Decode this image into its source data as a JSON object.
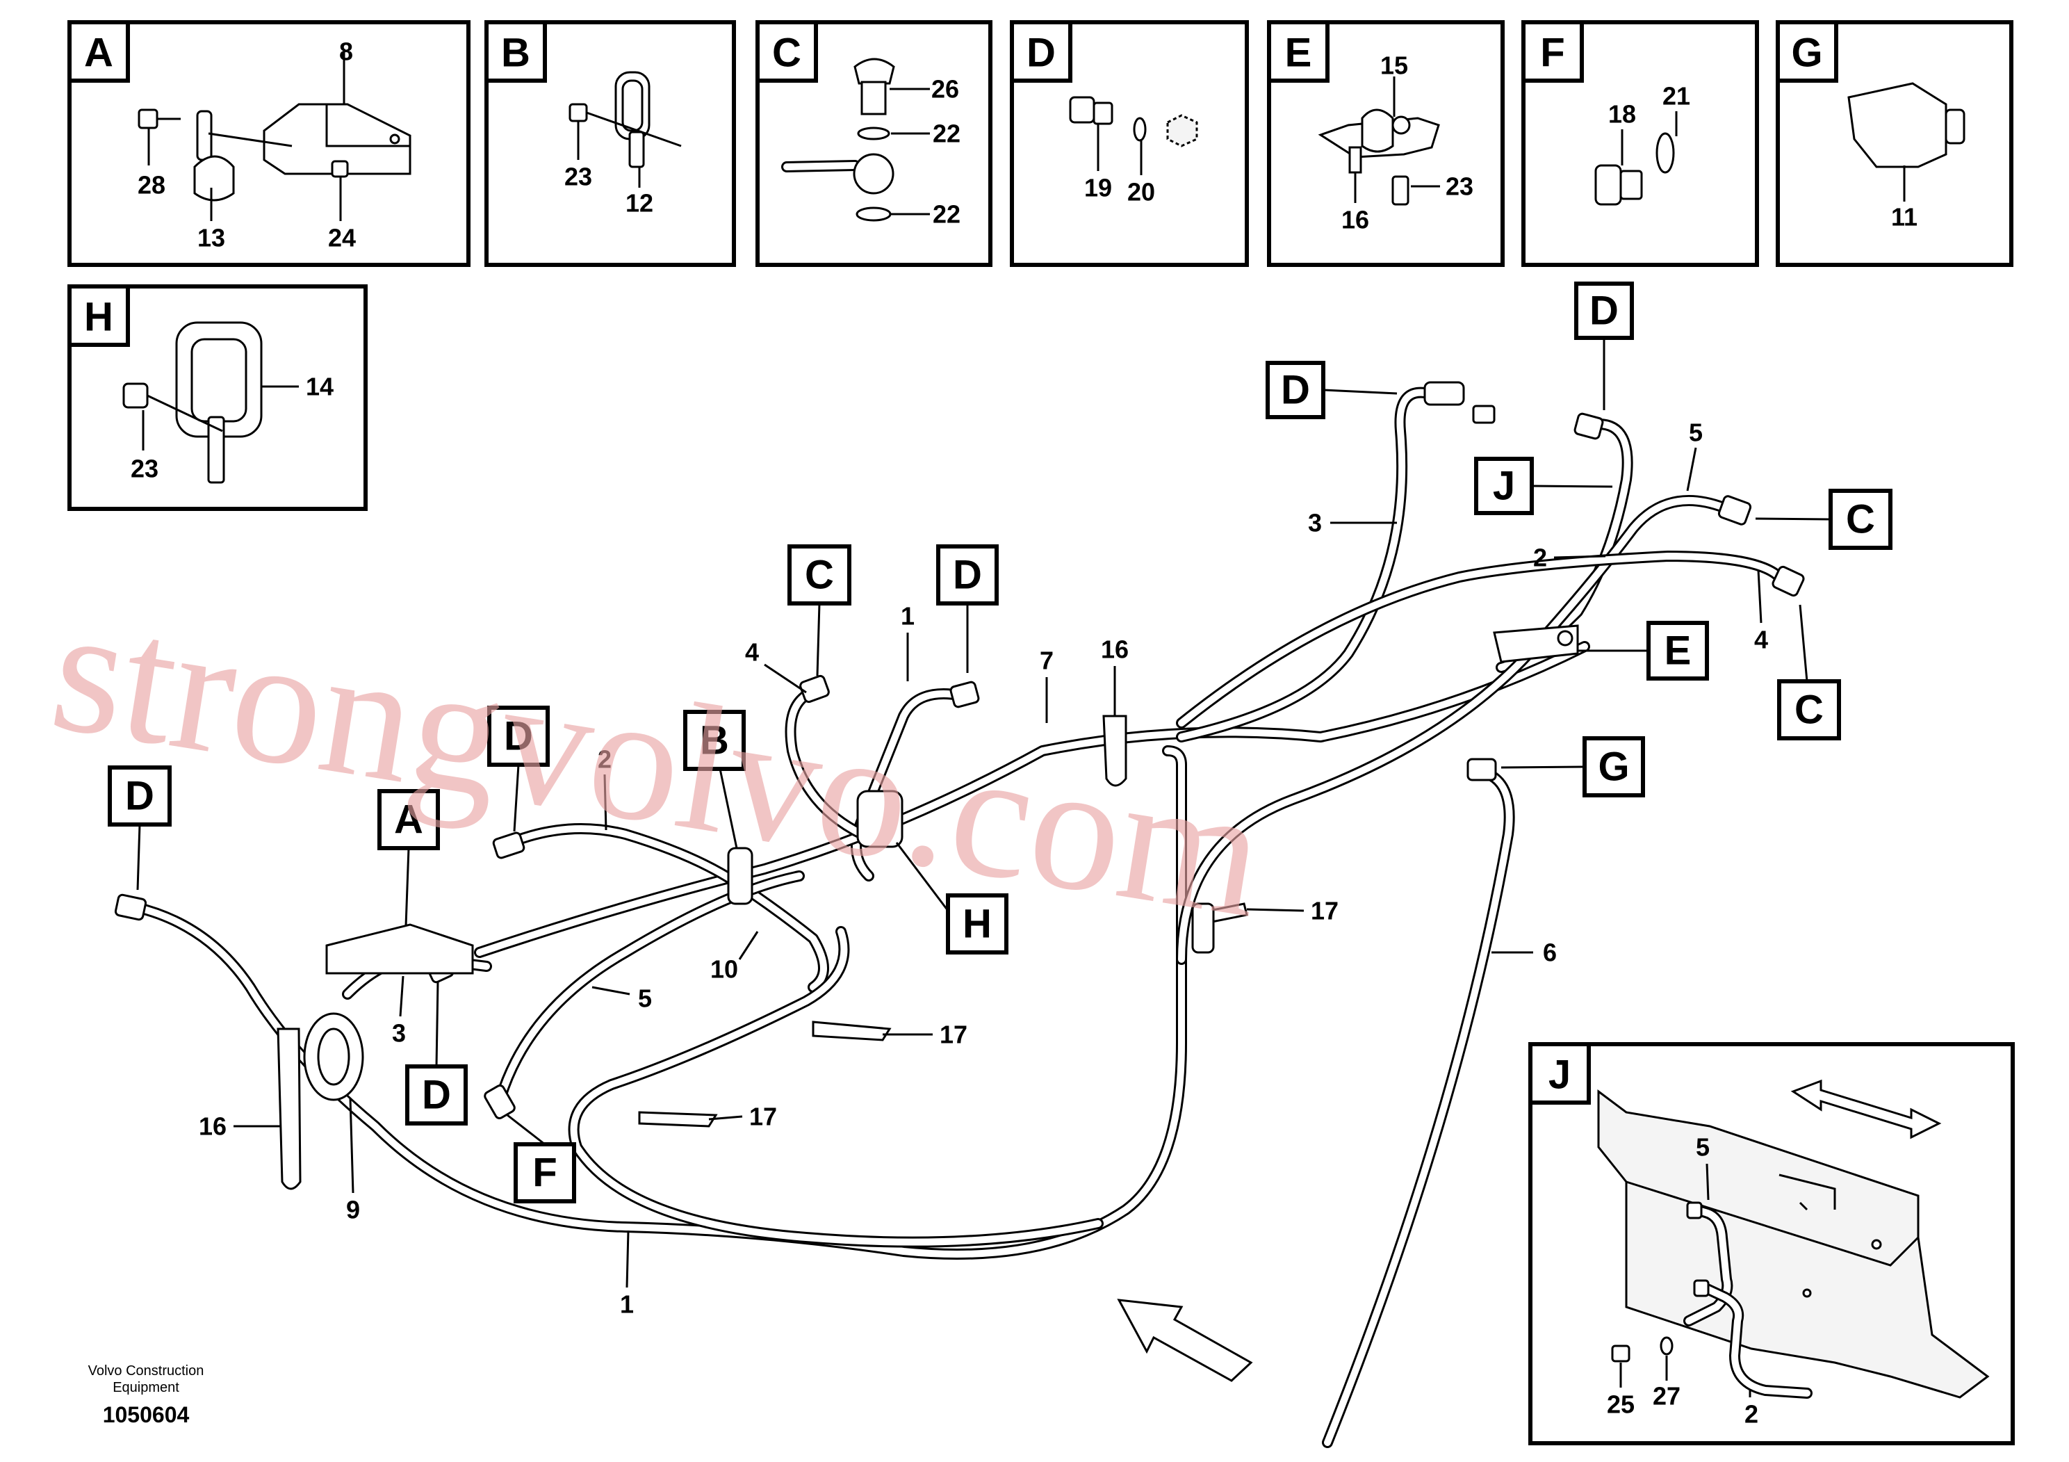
{
  "watermark": "strongvolvo.com",
  "footer": {
    "company_line1": "Volvo Construction",
    "company_line2": "Equipment",
    "drawing_number": "1050604"
  },
  "detail_boxes": {
    "A": {
      "letter": "A",
      "parts": [
        "8",
        "28",
        "13",
        "24"
      ]
    },
    "B": {
      "letter": "B",
      "parts": [
        "23",
        "12"
      ]
    },
    "C": {
      "letter": "C",
      "parts": [
        "26",
        "22",
        "22"
      ]
    },
    "D": {
      "letter": "D",
      "parts": [
        "19",
        "20"
      ]
    },
    "E": {
      "letter": "E",
      "parts": [
        "15",
        "23",
        "16"
      ]
    },
    "F": {
      "letter": "F",
      "parts": [
        "18",
        "21"
      ]
    },
    "G": {
      "letter": "G",
      "parts": [
        "11"
      ]
    },
    "H": {
      "letter": "H",
      "parts": [
        "14",
        "23"
      ]
    },
    "J": {
      "letter": "J",
      "parts": [
        "5",
        "25",
        "27",
        "2"
      ]
    }
  },
  "main_tags": {
    "d1": "D",
    "d2": "D",
    "d3": "D",
    "d4": "D",
    "d5": "D",
    "d6": "D",
    "c1": "C",
    "c2": "C",
    "c3": "C",
    "a": "A",
    "b": "B",
    "e": "E",
    "f": "F",
    "g": "G",
    "h": "H",
    "j": "J"
  },
  "main_parts": {
    "p1a": "1",
    "p1b": "1",
    "p2a": "2",
    "p2b": "2",
    "p3a": "3",
    "p3b": "3",
    "p4a": "4",
    "p4b": "4",
    "p5a": "5",
    "p5b": "5",
    "p6": "6",
    "p7": "7",
    "p9": "9",
    "p10": "10",
    "p16a": "16",
    "p16b": "16",
    "p17a": "17",
    "p17b": "17",
    "p17c": "17"
  }
}
